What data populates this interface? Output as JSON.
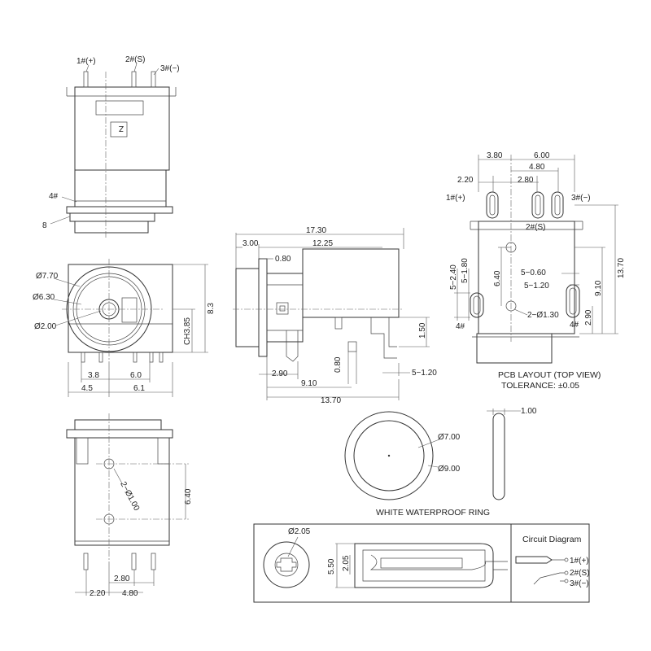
{
  "pins": {
    "p1": "1#(+)",
    "p2": "2#(S)",
    "p3": "3#(−)",
    "p4": "4#",
    "p8": "8"
  },
  "front_view": {
    "d_outer": "Ø7.70",
    "d_mid": "Ø6.30",
    "d_pin": "Ø2.00",
    "chamfer": "CH3.85",
    "height": "8.3",
    "w1": "3.8",
    "w2": "6.0",
    "w3": "4.5",
    "w4": "6.1"
  },
  "side_view": {
    "total": "17.30",
    "a": "3.00",
    "b": "12.25",
    "c": "0.80",
    "d": "1.50",
    "e": "2.90",
    "f": "0.80",
    "g": "5−1.20",
    "h": "9.10",
    "i": "13.70"
  },
  "bottom_view": {
    "holes": "2−Ø1.00",
    "pitch": "6.40",
    "x1": "2.80",
    "x2": "2.20",
    "x3": "4.80"
  },
  "pcb": {
    "d1": "3.80",
    "d2": "6.00",
    "d3": "4.80",
    "d4": "2.20",
    "d5": "2.80",
    "v1": "5−2.40",
    "v2": "5−1.80",
    "v3": "6.40",
    "v4": "5−0.60",
    "v5": "5−1.20",
    "v6": "9.10",
    "v7": "13.70",
    "v8": "2.90",
    "holes": "2−Ø1.30",
    "p1": "1#(+)",
    "p2": "2#(S)",
    "p3": "3#(−)",
    "p4a": "4#",
    "p4b": "4#",
    "title": "PCB LAYOUT (TOP VIEW)",
    "tolerance": "TOLERANCE: ±0.05"
  },
  "ring": {
    "inner": "Ø7.00",
    "outer": "Ø9.00",
    "thick": "1.00",
    "title": "WHITE WATERPROOF RING"
  },
  "detail": {
    "d": "Ø2.05",
    "h1": "5.50",
    "h2": "2.05"
  },
  "circuit": {
    "title": "Circuit Diagram",
    "t1": "1#(+)",
    "t2": "2#(S)",
    "t3": "3#(−)"
  }
}
